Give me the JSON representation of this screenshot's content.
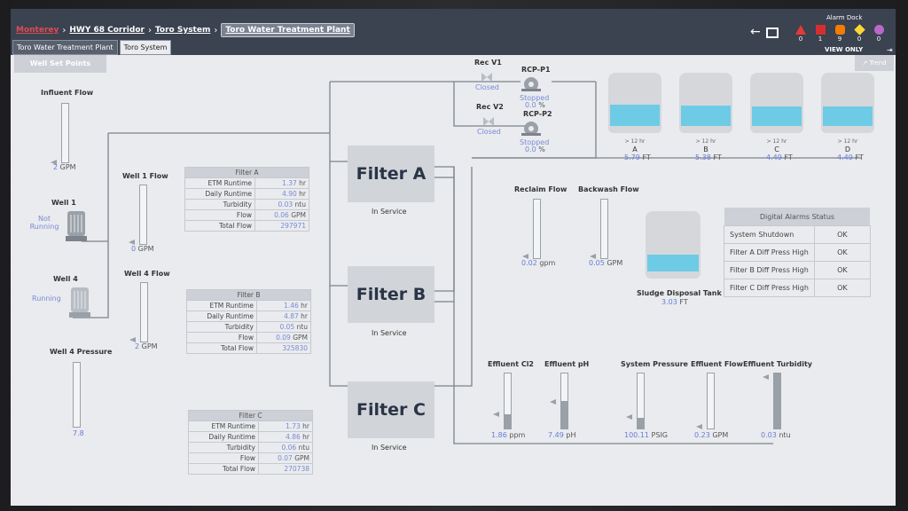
{
  "breadcrumb": [
    "Monterey",
    "HWY 68 Corridor",
    "Toro System",
    "Toro Water Treatment Plant"
  ],
  "subtabs": [
    "Toro Water Treatment Plant",
    "Toro System"
  ],
  "header": {
    "alarm_dock": "Alarm Dock",
    "view_only": "VIEW ONLY",
    "counts": [
      "0",
      "1",
      "9",
      "0",
      "0"
    ]
  },
  "colors": {
    "accent": "#e04a55",
    "value": "#6a7cd8",
    "water": "#6ecbe6",
    "header": "#3b4250"
  },
  "buttons": {
    "well_set_points": "Well Set Points",
    "trend": "Trend"
  },
  "influent": {
    "label": "Influent Flow",
    "value": "2",
    "unit": "GPM",
    "level": 0
  },
  "well1": {
    "label": "Well 1",
    "status": "Not Running"
  },
  "well4": {
    "label": "Well 4",
    "status": "Running"
  },
  "well1_flow": {
    "label": "Well 1 Flow",
    "value": "0",
    "unit": "GPM",
    "level": 0
  },
  "well4_flow": {
    "label": "Well 4 Flow",
    "value": "2",
    "unit": "GPM",
    "level": 0
  },
  "well4_pressure": {
    "label": "Well 4 Pressure",
    "value": "7.8",
    "level": 0
  },
  "filters": [
    {
      "name": "Filter A",
      "status": "In Service",
      "title": "Filter A",
      "rows": [
        [
          "ETM Runtime",
          "1.37",
          "hr"
        ],
        [
          "Daily Runtime",
          "4.90",
          "hr"
        ],
        [
          "Turbidity",
          "0.03",
          "ntu"
        ],
        [
          "Flow",
          "0.06",
          "GPM"
        ],
        [
          "Total Flow",
          "297971",
          ""
        ]
      ]
    },
    {
      "name": "Filter B",
      "status": "In Service",
      "title": "Filter B",
      "rows": [
        [
          "ETM Runtime",
          "1.46",
          "hr"
        ],
        [
          "Daily Runtime",
          "4.87",
          "hr"
        ],
        [
          "Turbidity",
          "0.05",
          "ntu"
        ],
        [
          "Flow",
          "0.09",
          "GPM"
        ],
        [
          "Total Flow",
          "325830",
          ""
        ]
      ]
    },
    {
      "name": "Filter C",
      "status": "In Service",
      "title": "Filter C",
      "rows": [
        [
          "ETM Runtime",
          "1.73",
          "hr"
        ],
        [
          "Daily Runtime",
          "4.86",
          "hr"
        ],
        [
          "Turbidity",
          "0.06",
          "ntu"
        ],
        [
          "Flow",
          "0.07",
          "GPM"
        ],
        [
          "Total Flow",
          "270738",
          ""
        ]
      ]
    }
  ],
  "rec_v1": {
    "label": "Rec V1",
    "status": "Closed"
  },
  "rec_v2": {
    "label": "Rec V2",
    "status": "Closed"
  },
  "rcp_p1": {
    "label": "RCP-P1",
    "status": "Stopped",
    "value": "0.0",
    "unit": "%"
  },
  "rcp_p2": {
    "label": "RCP-P2",
    "status": "Stopped",
    "value": "0.0",
    "unit": "%"
  },
  "tanks": [
    {
      "id": "A",
      "note": "> 12 hr",
      "value": "5.79",
      "unit": "FT",
      "level": 0.4
    },
    {
      "id": "B",
      "note": "> 12 hr",
      "value": "5.38",
      "unit": "FT",
      "level": 0.38
    },
    {
      "id": "C",
      "note": "> 12 hr",
      "value": "4.49",
      "unit": "FT",
      "level": 0.36
    },
    {
      "id": "D",
      "note": "> 12 hr",
      "value": "4.49",
      "unit": "FT",
      "level": 0.36
    }
  ],
  "reclaim": {
    "label": "Reclaim Flow",
    "value": "0.02",
    "unit": "gpm",
    "level": 0
  },
  "backwash": {
    "label": "Backwash Flow",
    "value": "0.05",
    "unit": "GPM",
    "level": 0
  },
  "sludge": {
    "label": "Sludge Disposal Tank",
    "value": "3.03",
    "unit": "FT",
    "level": 0.25
  },
  "alarms": {
    "title": "Digital Alarms Status",
    "rows": [
      [
        "System Shutdown",
        "OK"
      ],
      [
        "Filter A Diff Press High",
        "OK"
      ],
      [
        "Filter B Diff Press High",
        "OK"
      ],
      [
        "Filter C Diff Press High",
        "OK"
      ]
    ]
  },
  "effluent": [
    {
      "label": "Effluent Cl2",
      "value": "1.86",
      "unit": "ppm",
      "level": 0.25
    },
    {
      "label": "Effluent pH",
      "value": "7.49",
      "unit": "pH",
      "level": 0.5
    },
    {
      "label": "System Pressure",
      "value": "100.11",
      "unit": "PSIG",
      "level": 0.2
    },
    {
      "label": "Effluent Flow",
      "value": "0.23",
      "unit": "GPM",
      "level": 0
    },
    {
      "label": "Effluent Turbidity",
      "value": "0.03",
      "unit": "ntu",
      "level": 1.0
    }
  ]
}
